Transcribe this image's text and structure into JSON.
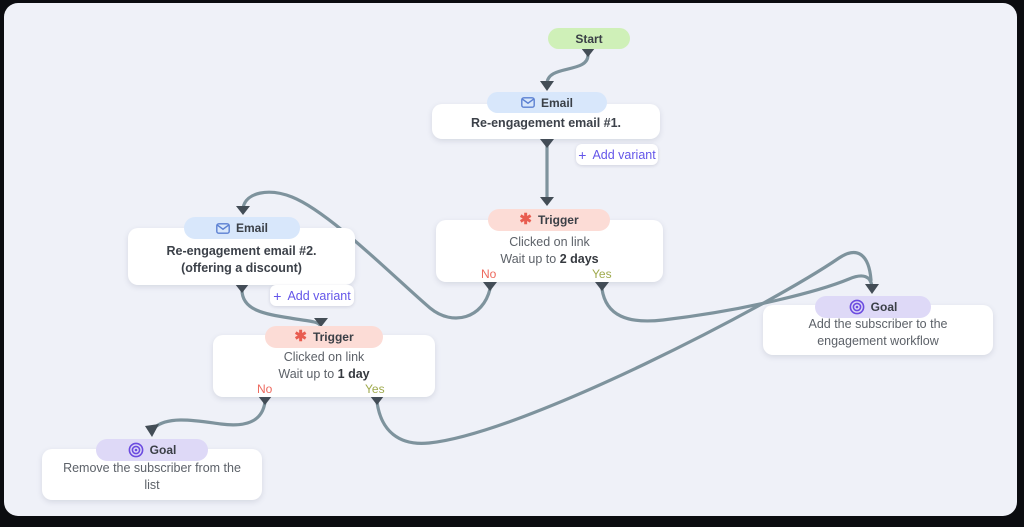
{
  "app": {
    "description": "Email re-engagement automation workflow canvas"
  },
  "colors": {
    "canvas_bg": "#eff1f8",
    "frame": "#0b0c10",
    "connector": "#7e939d",
    "arrowhead": "#434d56",
    "start_bg": "#cff0b8",
    "email_bg": "#d8e7fb",
    "email_icon": "#5b80d2",
    "trigger_bg": "#fcdcd6",
    "trigger_icon": "#e85c50",
    "goal_bg": "#ded9f7",
    "goal_icon": "#6b4be0",
    "no_color": "#ed6a5f",
    "yes_color": "#9faa4d",
    "add_variant_color": "#6456e9"
  },
  "start": {
    "label": "Start"
  },
  "buttons": {
    "plus": "+",
    "add_variant_label": "Add variant"
  },
  "nodes": {
    "email1": {
      "type_label": "Email",
      "title": "Re-engagement email #1."
    },
    "email2": {
      "type_label": "Email",
      "title_line1": "Re-engagement email #2.",
      "title_line2": "(offering a discount)"
    },
    "trigger1": {
      "type_label": "Trigger",
      "condition": "Clicked on link",
      "wait_prefix": "Wait up to ",
      "wait_value": "2 days",
      "no_label": "No",
      "yes_label": "Yes"
    },
    "trigger2": {
      "type_label": "Trigger",
      "condition": "Clicked on link",
      "wait_prefix": "Wait up to ",
      "wait_value": "1 day",
      "no_label": "No",
      "yes_label": "Yes"
    },
    "goal_right": {
      "type_label": "Goal",
      "line1": "Add the subscriber to the",
      "line2": "engagement workflow"
    },
    "goal_left": {
      "type_label": "Goal",
      "line1": "Remove the subscriber from the",
      "line2": "list"
    }
  }
}
